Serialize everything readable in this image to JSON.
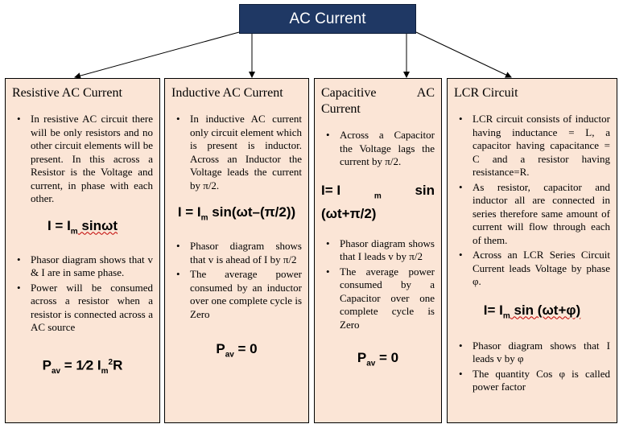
{
  "root": {
    "title": "AC Current"
  },
  "columns": {
    "resistive": {
      "heading": "Resistive AC Current",
      "bullets_top": [
        "In resistive AC circuit there will be only resistors and no other circuit elements will be present. In this across a Resistor is the Voltage and current, in phase with each other."
      ],
      "equation": {
        "lhs": "I = I",
        "sub": "m",
        "rhs": " sinωt"
      },
      "bullets_bottom": [
        "Phasor diagram shows that v & I are in same phase.",
        "Power will be consumed across a resistor when a resistor is connected across a AC source"
      ],
      "power": {
        "p": "P",
        "sub": "av",
        "mid": " = 1⁄2 I",
        "sub2": "m",
        "sup": "2",
        "end": "R"
      }
    },
    "inductive": {
      "heading": "Inductive AC Current",
      "bullets_top": [
        "In inductive AC current only circuit element which is present is inductor. Across an Inductor the Voltage leads the current by π/2."
      ],
      "equation": {
        "lhs": "I = I",
        "sub": "m",
        "rhs": " sin(ωt–(π/2))"
      },
      "bullets_bottom": [
        "Phasor diagram shows that v is ahead of I by π/2",
        "The average power consumed by an inductor over one complete cycle is Zero"
      ],
      "power": {
        "p": "P",
        "sub": "av",
        "rest": " = 0"
      }
    },
    "capacitive": {
      "heading": "Capacitive AC Current",
      "bullets_top": [
        "Across a Capacitor the Voltage lags the current by π/2."
      ],
      "equation": {
        "lhs": "I= I",
        "sub": "m",
        "rhs": " sin",
        "line2": "(ωt+π/2)"
      },
      "bullets_bottom": [
        "Phasor diagram shows that I leads v by π/2",
        "The average power consumed by a Capacitor over one complete cycle is Zero"
      ],
      "power": {
        "p": "P",
        "sub": "av",
        "rest": " = 0"
      }
    },
    "lcr": {
      "heading": "LCR Circuit",
      "bullets_top": [
        "LCR circuit consists of inductor having inductance = L, a capacitor having capacitance = C and a resistor having resistance=R.",
        "As resistor, capacitor and inductor all are connected in series therefore same amount of current will flow through each of them.",
        "Across an LCR Series Circuit Current leads Voltage by phase φ."
      ],
      "equation": {
        "lhs": "I= I",
        "sub": "m",
        "rhs": " sin (ωt+φ)"
      },
      "bullets_bottom": [
        "Phasor diagram shows that I leads v by φ",
        "The quantity Cos φ is called power factor"
      ]
    }
  }
}
